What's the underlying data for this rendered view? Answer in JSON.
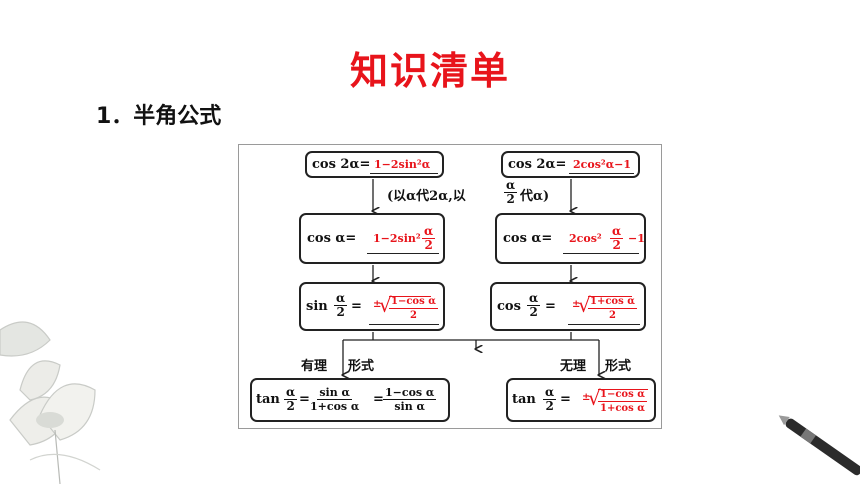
{
  "slide": {
    "title": "知识清单",
    "section": "1．半角公式"
  },
  "diagram": {
    "top_left": {
      "label": "cos 2α=",
      "answer": "1−2sin²α"
    },
    "top_right": {
      "label": "cos 2α=",
      "answer": "2cos²α−1"
    },
    "substitution": {
      "pre": "(以α代2α,以",
      "num": "α",
      "den": "2",
      "post": "代α)"
    },
    "mid_left": {
      "label": "cos  α=",
      "answer_pre": "1−2sin²",
      "num": "α",
      "den": "2"
    },
    "mid_right": {
      "label": "cos  α=",
      "answer_pre": "2cos²",
      "num": "α",
      "den": "2",
      "answer_post": "−1"
    },
    "half_sin": {
      "func": "sin",
      "num": "α",
      "den": "2",
      "pm": "±",
      "rnum": "1−cos α",
      "rden": "2"
    },
    "half_cos": {
      "func": "cos",
      "num": "α",
      "den": "2",
      "pm": "±",
      "rnum": "1+cos α",
      "rden": "2"
    },
    "rational_label": {
      "a": "有理",
      "b": "形式"
    },
    "irrational_label": {
      "a": "无理",
      "b": "形式"
    },
    "tan_rational": {
      "func": "tan",
      "num": "α",
      "den": "2",
      "f1num": "sin α",
      "f1den": "1+cos α",
      "f2num": "1−cos α",
      "f2den": "sin α"
    },
    "tan_irrational": {
      "func": "tan",
      "num": "α",
      "den": "2",
      "pm": "±",
      "rnum": "1−cos α",
      "rden": "1+cos α"
    },
    "eq": "=",
    "eq2": "="
  },
  "colors": {
    "accent": "#e8141b",
    "ink": "#111111",
    "frame": "#9a9a9a"
  }
}
